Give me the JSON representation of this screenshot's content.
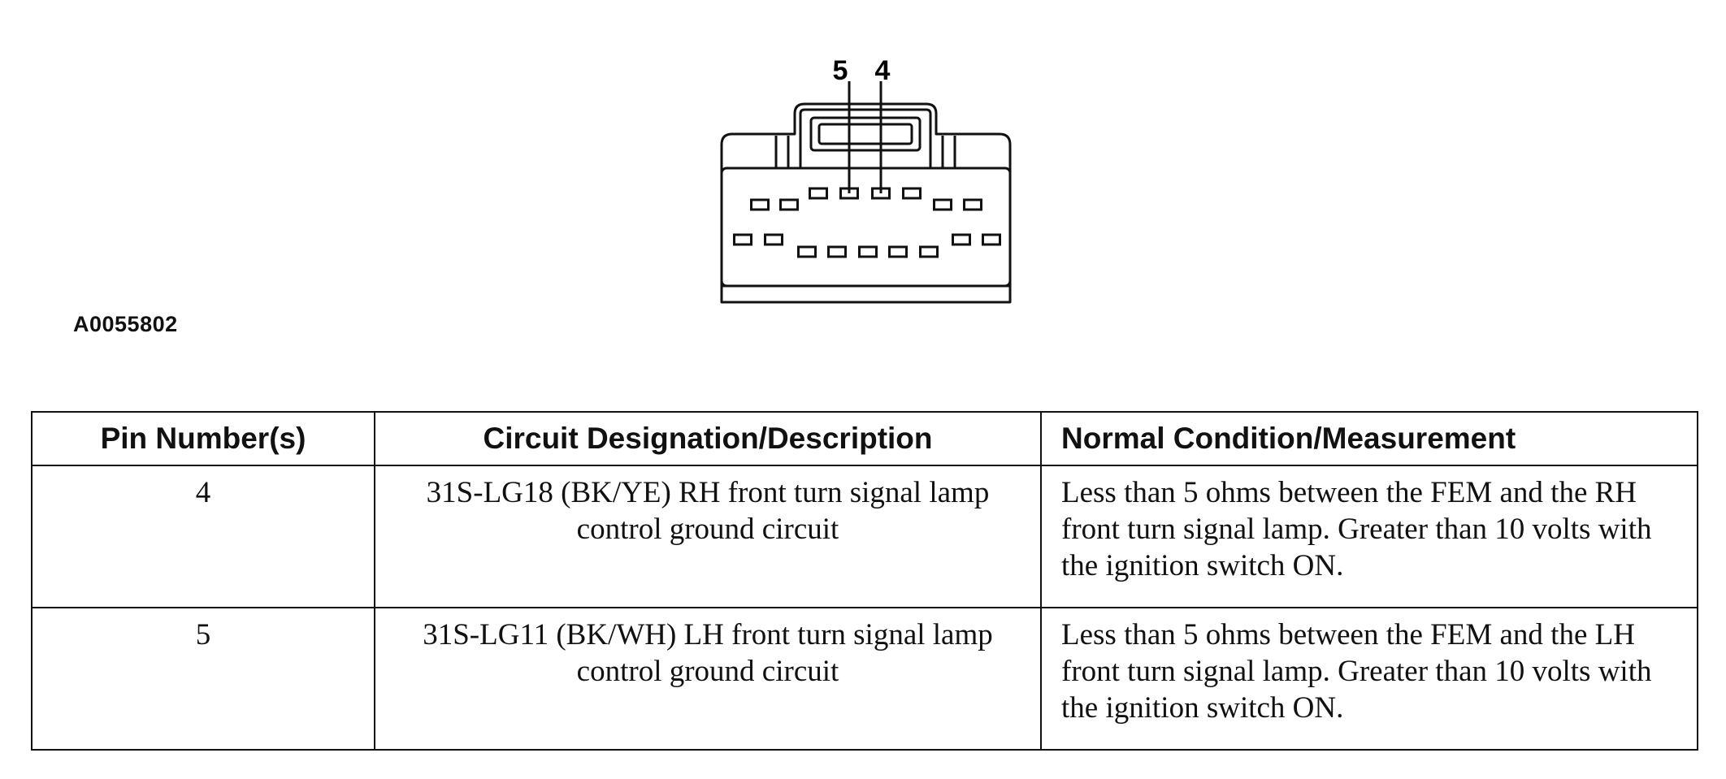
{
  "diagram": {
    "callouts": [
      "5",
      "4"
    ],
    "figure_id": "A0055802"
  },
  "table": {
    "headers": [
      "Pin Number(s)",
      "Circuit Designation/Description",
      "Normal Condition/Measurement"
    ],
    "rows": [
      {
        "pin": "4",
        "circuit": "31S-LG18 (BK/YE) RH front turn signal lamp control ground circuit",
        "measurement": "Less than 5 ohms between the FEM and the RH front turn signal lamp. Greater than 10 volts with the ignition switch ON."
      },
      {
        "pin": "5",
        "circuit": "31S-LG11 (BK/WH) LH front turn signal lamp control ground circuit",
        "measurement": "Less than 5 ohms between the FEM and the LH front turn signal lamp. Greater than 10 volts with the ignition switch ON."
      }
    ]
  }
}
